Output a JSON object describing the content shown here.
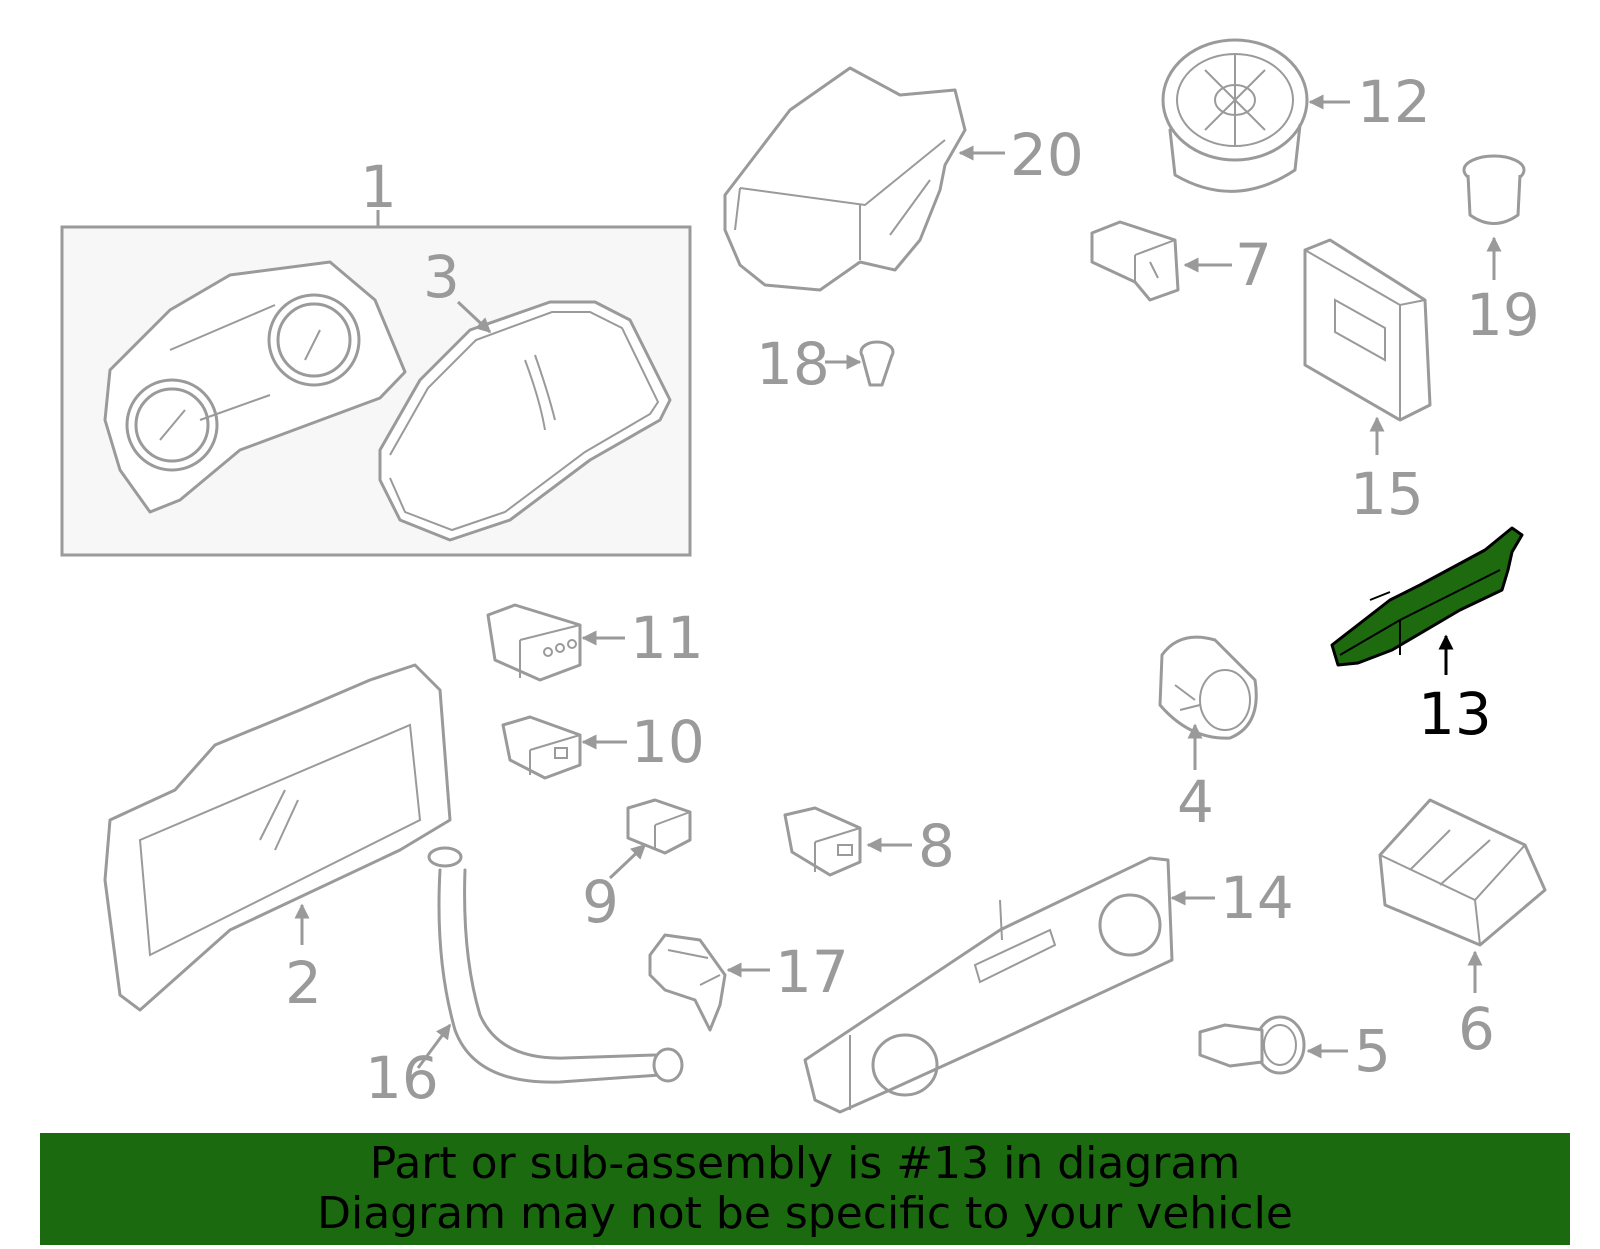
{
  "diagram": {
    "highlight_callout": "13",
    "colors": {
      "line": "#9a9a9a",
      "highlight_part": "#1d6a0f",
      "footer_bg": "#1b6a10",
      "box_bg": "#f7f7f7"
    },
    "callouts": {
      "c1": "1",
      "c2": "2",
      "c3": "3",
      "c4": "4",
      "c5": "5",
      "c6": "6",
      "c7": "7",
      "c8": "8",
      "c9": "9",
      "c10": "10",
      "c11": "11",
      "c12": "12",
      "c13": "13",
      "c14": "14",
      "c15": "15",
      "c16": "16",
      "c17": "17",
      "c18": "18",
      "c19": "19",
      "c20": "20"
    }
  },
  "footer": {
    "line1": "Part or sub-assembly is #13 in diagram",
    "line2": "Diagram may not be specific to your vehicle"
  }
}
